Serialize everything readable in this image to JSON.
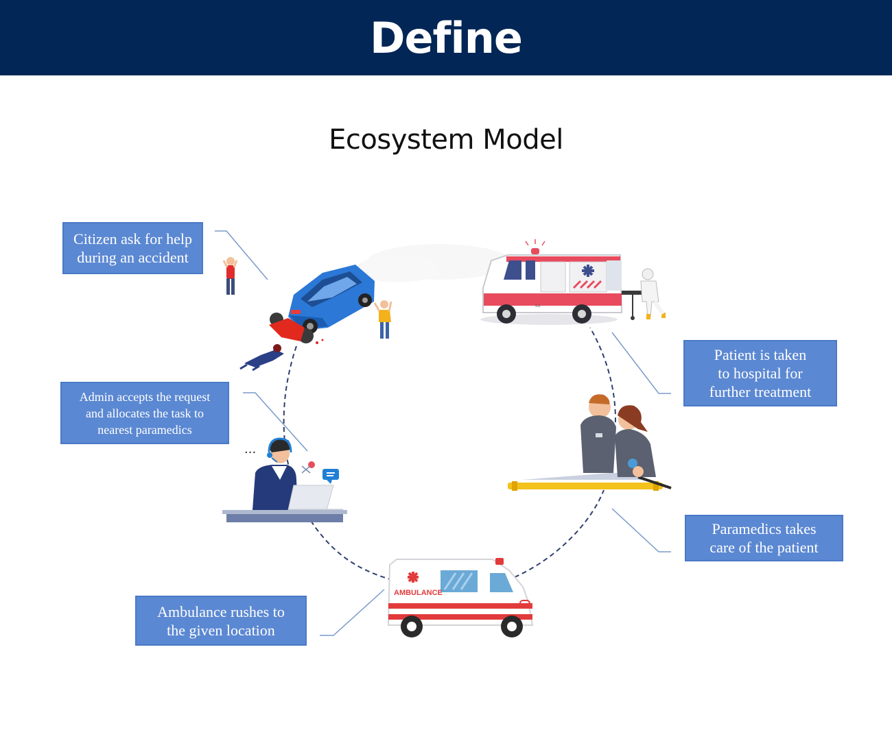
{
  "header": {
    "title": "Define",
    "bg_color": "#022656"
  },
  "subtitle": "Ecosystem Model",
  "steps": [
    {
      "id": "citizen",
      "label_lines": [
        "Citizen ask for help",
        "during an accident"
      ]
    },
    {
      "id": "admin",
      "label_lines": [
        "Admin accepts the request",
        "and allocates the task to",
        "nearest paramedics"
      ]
    },
    {
      "id": "ambulance-rush",
      "label_lines": [
        "Ambulance rushes to",
        "the given location"
      ]
    },
    {
      "id": "paramedics-care",
      "label_lines": [
        "Paramedics takes",
        "care of the patient"
      ]
    },
    {
      "id": "hospital",
      "label_lines": [
        "Patient is taken",
        "to hospital for",
        "further treatment"
      ]
    }
  ],
  "ambulance_side_text": "AMBULANCE",
  "ambulance_rear_text": "911",
  "label_color": "#5b88d2",
  "cycle_color": "#2f3f6e",
  "icons": [
    "accident-illustration",
    "dispatcher-illustration",
    "ambulance-icon",
    "paramedics-illustration",
    "hospital-ambulance-illustration"
  ]
}
